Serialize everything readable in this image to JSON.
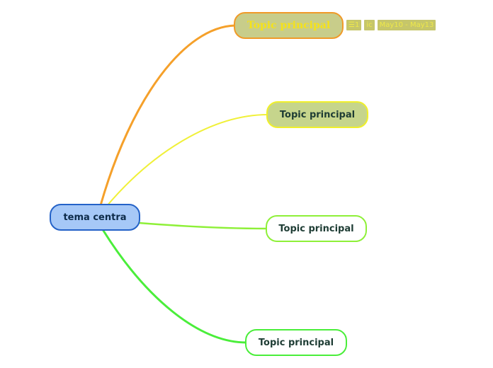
{
  "central_topic": {
    "label": "tema centra",
    "fill": "#a6c8f7",
    "border": "#2462c8"
  },
  "topics": [
    {
      "label": "Topic principal",
      "fill": "#c8cd8a",
      "border": "#f09a28",
      "text_color": "#f5e21a",
      "badges": {
        "task": "☰1",
        "priority": "ic",
        "dates": "May10 - May13"
      }
    },
    {
      "label": "Topic principal",
      "fill": "#c6d58c",
      "border": "#f0f02a"
    },
    {
      "label": "Topic principal",
      "fill": "#ffffff",
      "border": "#8ef038"
    },
    {
      "label": "Topic principal",
      "fill": "#ffffff",
      "border": "#4aee3a"
    }
  ],
  "connector_colors": [
    "#f5a02a",
    "#f0f038",
    "#8ef038",
    "#4aee3a"
  ]
}
